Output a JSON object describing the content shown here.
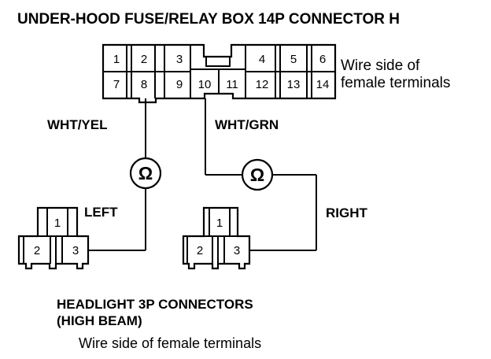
{
  "title": "UNDER-HOOD FUSE/RELAY BOX 14P CONNECTOR H",
  "connector_h": {
    "pins": [
      "1",
      "2",
      "3",
      "4",
      "5",
      "6",
      "7",
      "8",
      "9",
      "10",
      "11",
      "12",
      "13",
      "14"
    ],
    "note_line1": "Wire side of",
    "note_line2": "female terminals"
  },
  "wires": {
    "left": "WHT/YEL",
    "right": "WHT/GRN"
  },
  "ohm_symbol": "Ω",
  "headlights": {
    "left_label": "LEFT",
    "right_label": "RIGHT",
    "pins": [
      "1",
      "2",
      "3"
    ]
  },
  "footer": {
    "line1": "HEADLIGHT 3P CONNECTORS",
    "line2": "(HIGH BEAM)",
    "line3": "Wire side of female terminals"
  }
}
